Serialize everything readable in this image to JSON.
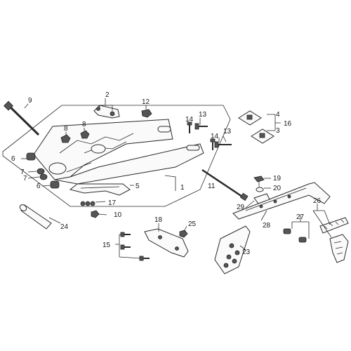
{
  "callouts": {
    "c1": "1",
    "c2": "2",
    "c3": "3",
    "c4": "4",
    "c5": "5",
    "c6a": "6",
    "c6b": "6",
    "c7a": "7",
    "c7b": "7",
    "c8a": "8",
    "c8b": "8",
    "c9": "9",
    "c10": "10",
    "c11": "11",
    "c12": "12",
    "c13a": "13",
    "c13b": "13",
    "c14a": "14",
    "c14b": "14",
    "c15": "15",
    "c16": "16",
    "c17": "17",
    "c18": "18",
    "c19": "19",
    "c20": "20",
    "c23": "23",
    "c24": "24",
    "c25": "25",
    "c26": "26",
    "c27": "27",
    "c28": "28",
    "c29": "29"
  }
}
